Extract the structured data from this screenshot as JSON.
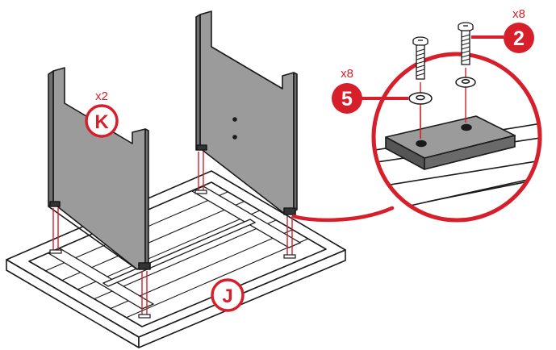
{
  "labels": {
    "top_board": "J",
    "leg_panel": "K",
    "washer": "5",
    "screw": "2"
  },
  "quantities": {
    "leg_panel": "x2",
    "washer": "x8",
    "screw": "x8"
  },
  "colors": {
    "accent": "#d71f2b",
    "panel": "#9b9b9b",
    "line": "#1a1a1a"
  }
}
